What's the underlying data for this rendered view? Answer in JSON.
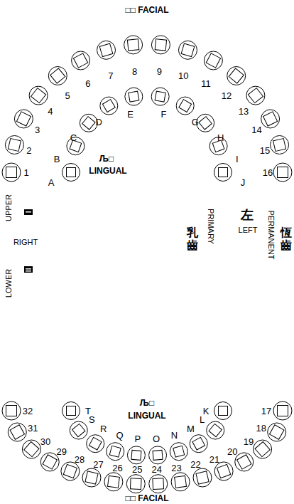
{
  "diagram": {
    "labels": [
      "□□ FACIAL",
      "1",
      "2",
      "3",
      "4",
      "5",
      "6",
      "7",
      "8",
      "9",
      "10",
      "11",
      "12",
      "13",
      "14",
      "15",
      "16",
      "A",
      "B",
      "C",
      "D",
      "E",
      "F",
      "G",
      "H",
      "I",
      "J",
      "Љ□",
      "LINGUAL",
      "UPPER",
      "RIGHT",
      "LOWER",
      "乳齒",
      "PRIMARY",
      "左",
      "LEFT",
      "PERMANENT",
      "恆齒",
      "Љ□",
      "LINGUAL",
      "K",
      "L",
      "M",
      "N",
      "O",
      "P",
      "Q",
      "R",
      "S",
      "T",
      "17",
      "18",
      "19",
      "20",
      "21",
      "22",
      "23",
      "24",
      "25",
      "26",
      "27",
      "28",
      "29",
      "30",
      "31",
      "32",
      "□□ FACIAL"
    ]
  }
}
